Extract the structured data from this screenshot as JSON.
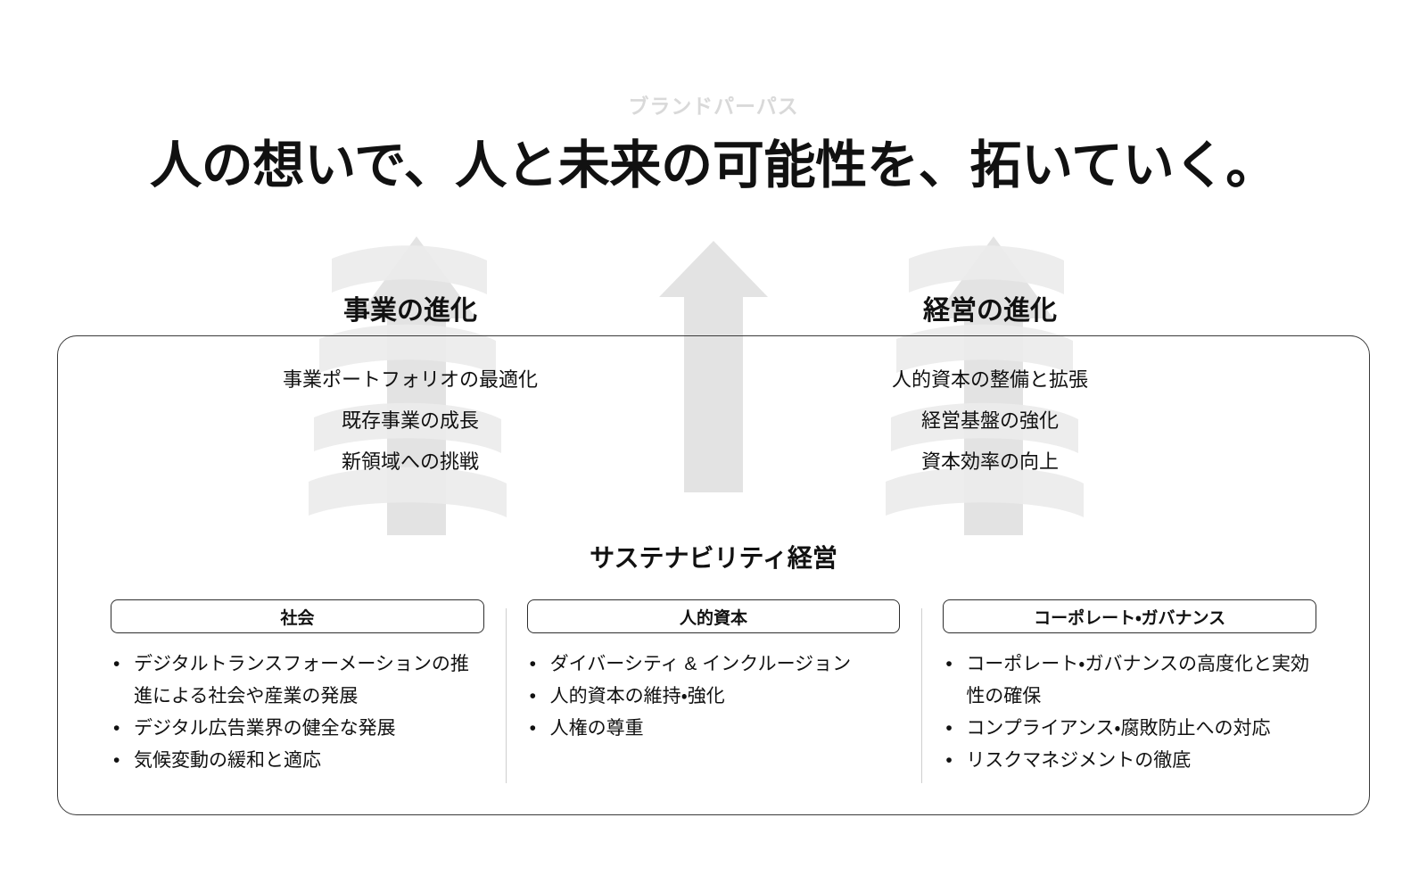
{
  "header": {
    "eyebrow": "ブランドパーパス",
    "headline": "人の想いで、人と未来の可能性を、拓いていく。"
  },
  "pillars": {
    "left": {
      "heading": "事業の進化",
      "items": [
        "事業ポートフォリオの最適化",
        "既存事業の成長",
        "新領域への挑戦"
      ]
    },
    "right": {
      "heading": "経営の進化",
      "items": [
        "人的資本の整備と拡張",
        "経営基盤の強化",
        "資本効率の向上"
      ]
    }
  },
  "sustainability": {
    "title": "サステナビリティ経営",
    "columns": [
      {
        "label": "社会",
        "bullets": [
          "デジタルトランスフォーメーションの推進による社会や産業の発展",
          "デジタル広告業界の健全な発展",
          "気候変動の緩和と適応"
        ]
      },
      {
        "label": "人的資本",
        "bullets": [
          "ダイバーシティ & インクルージョン",
          "人的資本の維持・強化",
          "人権の尊重"
        ]
      },
      {
        "label": "コーポレート・ガバナンス",
        "bullets": [
          "コーポレート・ガバナンスの高度化と実効性の確保",
          "コンプライアンス・腐敗防止への対応",
          "リスクマネジメントの徹底"
        ]
      }
    ]
  },
  "decor": {
    "arrows": [
      {
        "name": "arrow-left-business-growth",
        "spiral": true
      },
      {
        "name": "arrow-center-purpose-growth",
        "spiral": false
      },
      {
        "name": "arrow-right-management-growth",
        "spiral": true
      }
    ]
  },
  "colors": {
    "text": "#111111",
    "eyebrow": "#d9d9d9",
    "panel_border": "#3a3a3a",
    "divider": "#cfcfcf",
    "arrow_fill": "#e3e3e3",
    "arrow_ribbon": "#ededed",
    "background": "#ffffff"
  }
}
